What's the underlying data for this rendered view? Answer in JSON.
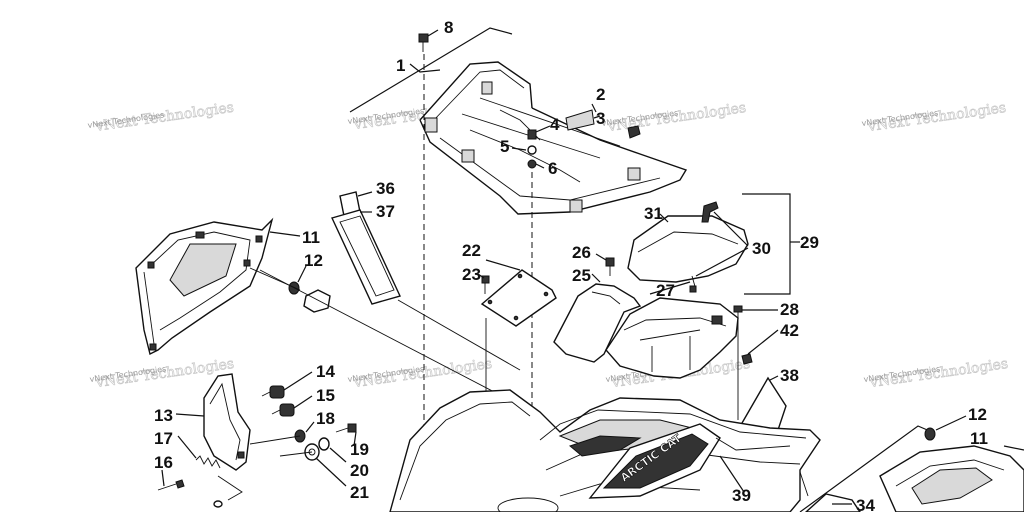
{
  "watermark": {
    "text": "vNext Technologies"
  },
  "callouts": {
    "c1": "1",
    "c2": "2",
    "c3": "3",
    "c4": "4",
    "c5": "5",
    "c6": "6",
    "c8": "8",
    "c11a": "11",
    "c11b": "11",
    "c12a": "12",
    "c12b": "12",
    "c13": "13",
    "c14": "14",
    "c15": "15",
    "c16": "16",
    "c17": "17",
    "c18": "18",
    "c19": "19",
    "c20": "20",
    "c21": "21",
    "c22": "22",
    "c23": "23",
    "c25": "25",
    "c26": "26",
    "c27": "27",
    "c28": "28",
    "c29": "29",
    "c30": "30",
    "c31": "31",
    "c34": "34",
    "c36": "36",
    "c37": "37",
    "c38": "38",
    "c39": "39",
    "c42": "42"
  },
  "decal": {
    "brand": "ARCTIC CAT"
  }
}
